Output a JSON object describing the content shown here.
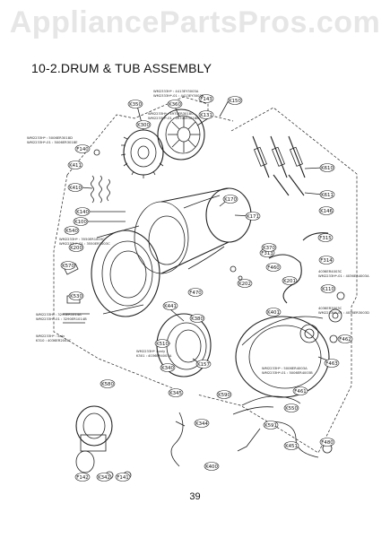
{
  "watermark": "AppliancePartsPros.com",
  "section_title": "10-2.DRUM & TUB ASSEMBLY",
  "page_number": "39",
  "part_tags": [
    "K360",
    "K150",
    "K131",
    "K350",
    "K300",
    "F140",
    "F143",
    "K610",
    "K611",
    "K410",
    "K411",
    "K146",
    "K170",
    "K171",
    "K140",
    "F315",
    "F313",
    "F314",
    "F460",
    "K201",
    "K202",
    "K110",
    "K100",
    "F470",
    "K200",
    "K370",
    "K441",
    "K380",
    "K510",
    "K157",
    "K340",
    "K345",
    "K344",
    "K342",
    "F141",
    "F142",
    "K401",
    "K400",
    "F462",
    "F463",
    "F461",
    "K550",
    "K451",
    "F480",
    "K591",
    "K590",
    "K580",
    "K570",
    "K530",
    "K540"
  ],
  "notes": {
    "top_right": [
      "WM2333H* : 4413EY3003A",
      "WM2333H*-01 : 4413EY3003B"
    ],
    "shaft_ref": [
      "WM2233H* : 4970ER3018C",
      "WM2233H*-01 : 4970ER3018B"
    ],
    "left_top": [
      "WM2233H* : 5006ER3018D",
      "WM2233H*-01 : 5006ER3018E"
    ],
    "left_mid": [
      "WM2233H* : 3550ER1003C",
      "WM2233H*-01 : 3550ER1003C"
    ],
    "left_cab": [
      "WM2233H* : 3290ER1014A",
      "WM2233H*-01 : 3290ER1014B"
    ],
    "left_gasket": [
      "WM2233H* : only",
      "K310 : 4036ER2004C"
    ],
    "front_ref": [
      "WM2233H* : only",
      "K301 : 4036ER4003A"
    ],
    "right_a": [
      "4036ER4003C",
      "WM2233H*-01 : 4036ER4003A"
    ],
    "right_b": [
      "4036ER3003C",
      "WM2233H*-01 : 4036ER3003D"
    ],
    "right_c": [
      "WM2233H* : 5006ER4003A",
      "WM2233H*-01 : 5006ER4003B"
    ]
  }
}
